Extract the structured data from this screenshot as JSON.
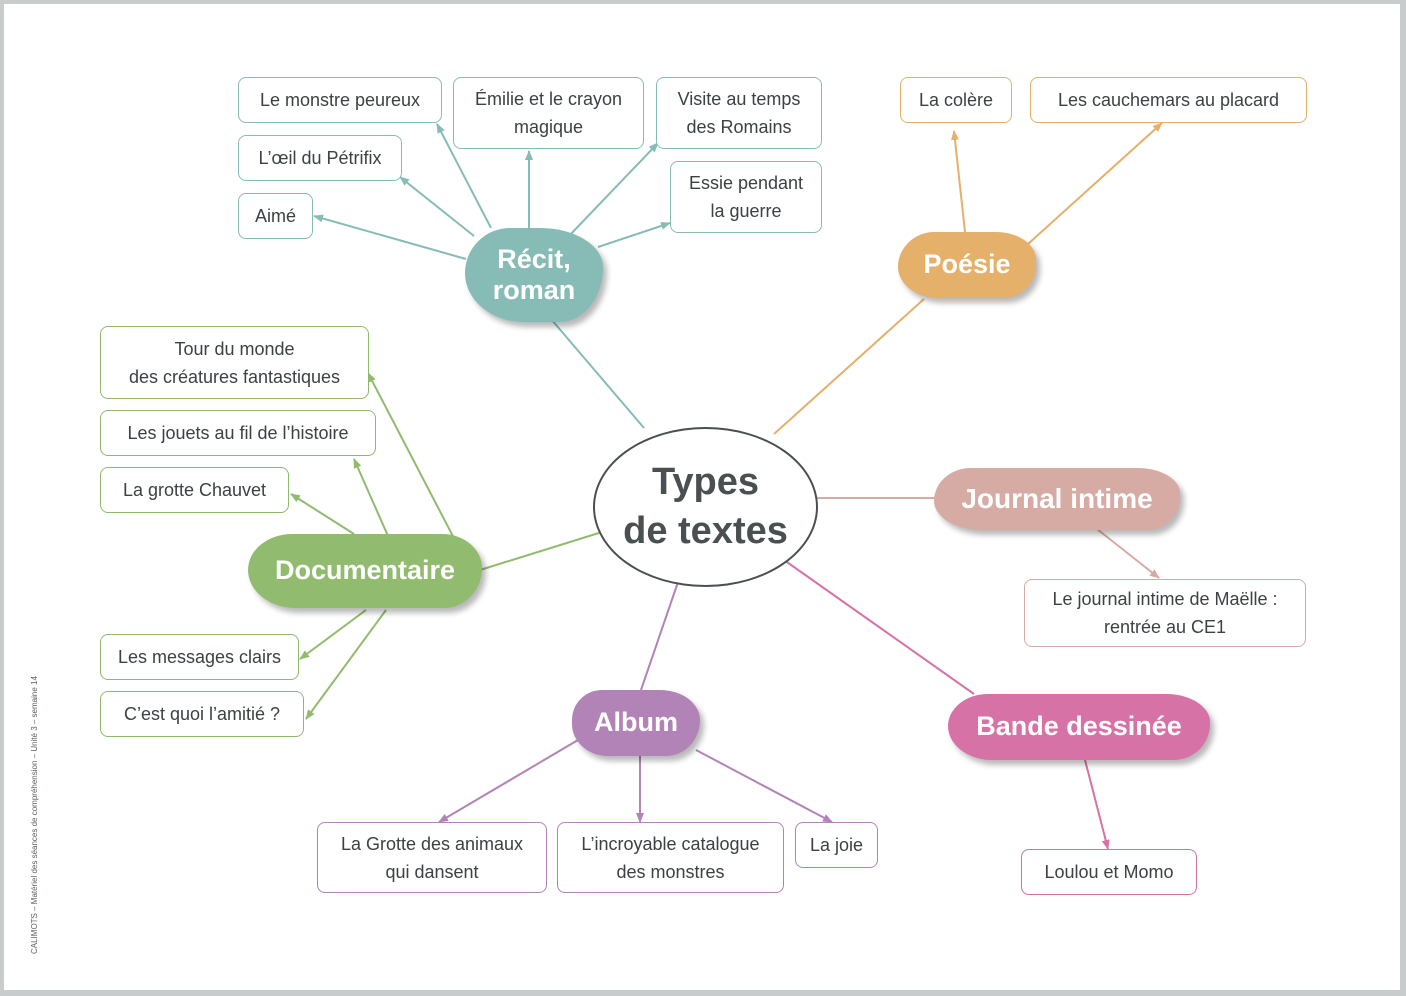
{
  "center_title": "Types\nde textes",
  "footer_note": "CALIMOTS – Matériel des séances de compréhension – Unité 3 – semaine 14",
  "colors": {
    "recit": "#86bcb5",
    "poesie": "#e4b06a",
    "journal": "#d6aba3",
    "documentaire": "#91bb6f",
    "album": "#b283b6",
    "bd": "#d672a6"
  },
  "branches": {
    "recit": {
      "label": "Récit,\nroman",
      "books": [
        "Le monstre peureux",
        "L’œil du Pétrifix",
        "Aimé",
        "Émilie et le crayon\nmagique",
        "Visite au temps\ndes Romains",
        "Essie pendant\nla guerre"
      ]
    },
    "poesie": {
      "label": "Poésie",
      "books": [
        "La colère",
        "Les cauchemars au placard"
      ]
    },
    "journal": {
      "label": "Journal intime",
      "books": [
        "Le journal intime de Maëlle :\nrentrée au CE1"
      ]
    },
    "documentaire": {
      "label": "Documentaire",
      "books": [
        "Tour du monde\ndes créatures fantastiques",
        "Les jouets au fil de l’histoire",
        "La grotte Chauvet",
        "Les messages clairs",
        "C’est quoi l’amitié ?"
      ]
    },
    "album": {
      "label": "Album",
      "books": [
        "La Grotte des animaux\nqui dansent",
        "L’incroyable catalogue\ndes monstres",
        "La joie"
      ]
    },
    "bd": {
      "label": "Bande dessinée",
      "books": [
        "Loulou et Momo"
      ]
    }
  }
}
